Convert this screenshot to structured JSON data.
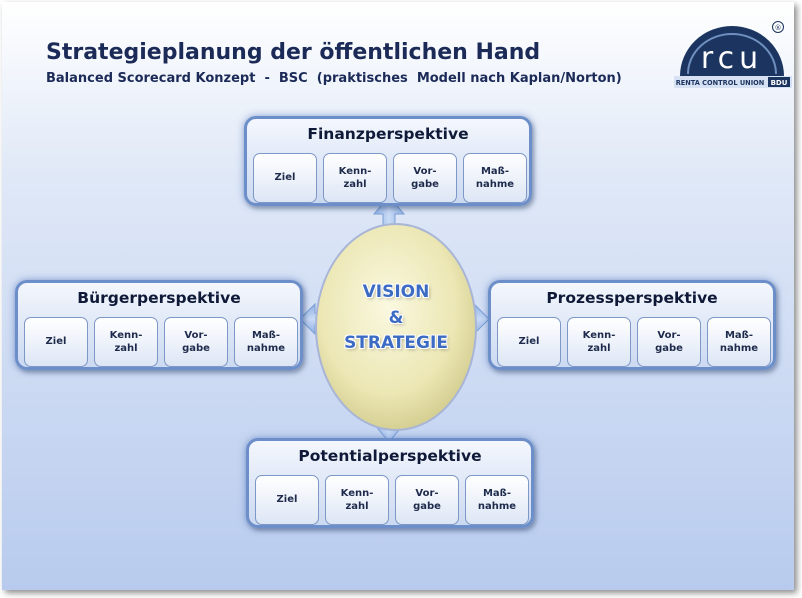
{
  "header": {
    "title": "Strategieplanung der öffentlichen Hand",
    "subtitle": "Balanced Scorecard Konzept  -  BSC  (praktisches  Modell nach Kaplan/Norton)"
  },
  "logo": {
    "letters": "rcu",
    "registered": "®",
    "tagline": "RENTA CONTROL UNION",
    "badge": "BDU"
  },
  "center": {
    "line1": "VISION",
    "line2": "&",
    "line3": "STRATEGIE"
  },
  "perspectives": {
    "top": {
      "title": "Finanzperspektive",
      "cells": [
        "Ziel",
        "Kenn-\nzahl",
        "Vor-\ngabe",
        "Maß-\nnahme"
      ]
    },
    "left": {
      "title": "Bürgerperspektive",
      "cells": [
        "Ziel",
        "Kenn-\nzahl",
        "Vor-\ngabe",
        "Maß-\nnahme"
      ]
    },
    "right": {
      "title": "Prozessperspektive",
      "cells": [
        "Ziel",
        "Kenn-\nzahl",
        "Vor-\ngabe",
        "Maß-\nnahme"
      ]
    },
    "bottom": {
      "title": "Potentialperspektive",
      "cells": [
        "Ziel",
        "Kenn-\nzahl",
        "Vor-\ngabe",
        "Maß-\nnahme"
      ]
    }
  },
  "colors": {
    "title_text": "#1b2a57",
    "panel_border": "#6d8fc9",
    "center_fill": "#f2efc4",
    "center_text": "#3b6bc3",
    "logo_navy": "#1c3560"
  }
}
